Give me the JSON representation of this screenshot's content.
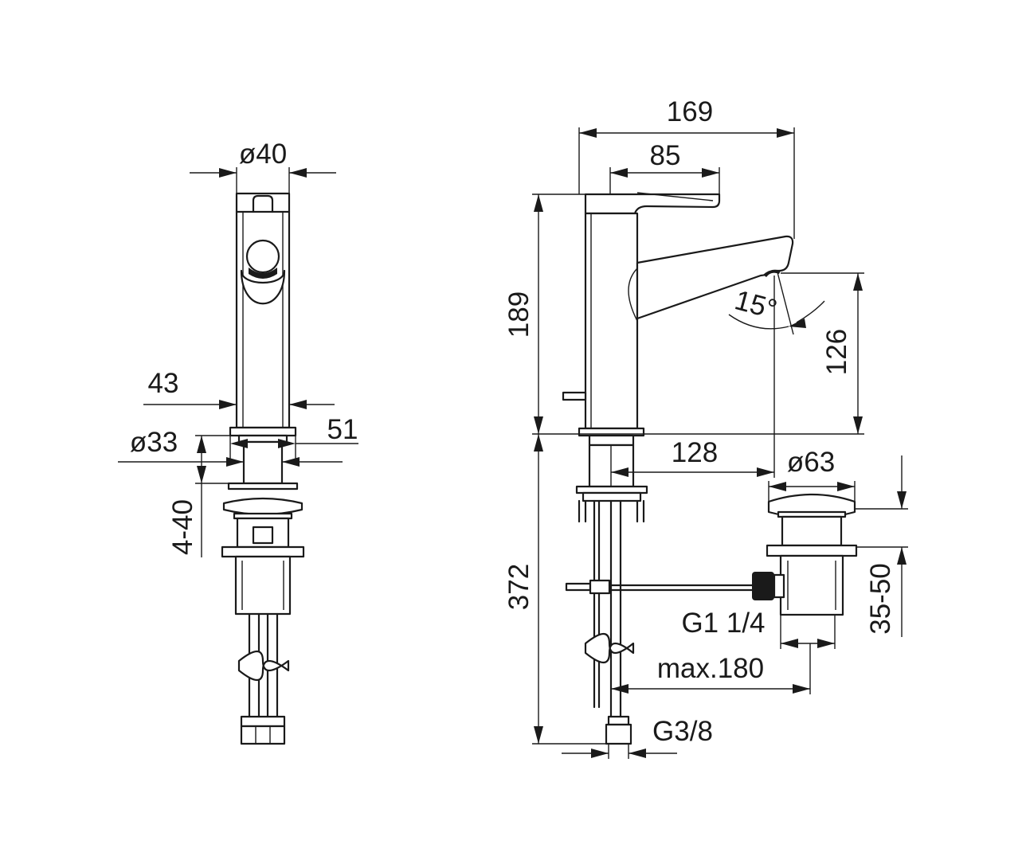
{
  "colors": {
    "line": "#1a1a1a",
    "background": "#ffffff"
  },
  "front_view": {
    "labels": {
      "body_diameter": "ø40",
      "base_width": "43",
      "spacer_width": "51",
      "hole_diameter": "ø33",
      "deck_thickness": "4-40"
    }
  },
  "side_view": {
    "labels": {
      "overall_length": "169",
      "lever_length": "85",
      "height": "189",
      "angle": "15°",
      "spout_height": "126",
      "spout_reach": "128",
      "waste_diameter": "ø63",
      "hose_length": "372",
      "waste_thread": "G1 1/4",
      "waste_adjust": "35-50",
      "max_distance": "max.180",
      "supply_thread": "G3/8"
    }
  }
}
